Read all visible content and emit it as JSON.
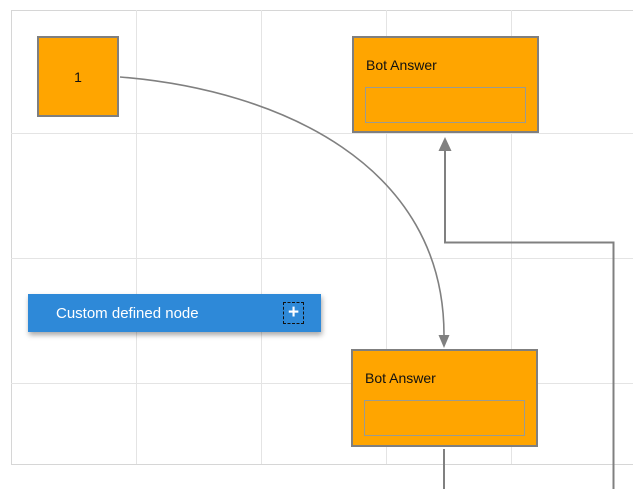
{
  "diagram": {
    "nodes": {
      "node1": {
        "label": "1"
      },
      "bot_answer_top": {
        "title": "Bot Answer",
        "input_value": ""
      },
      "bot_answer_bottom": {
        "title": "Bot Answer",
        "input_value": ""
      },
      "custom_node": {
        "label": "Custom defined node",
        "plus_icon": "+"
      }
    },
    "colors": {
      "node_orange": "#FFA500",
      "node_border_gray": "#7F7F7F",
      "custom_node_blue": "#2E89D8",
      "connector_gray": "#808080",
      "grid_line": "#E4E4E4",
      "canvas_border": "#D6D6D6"
    }
  }
}
